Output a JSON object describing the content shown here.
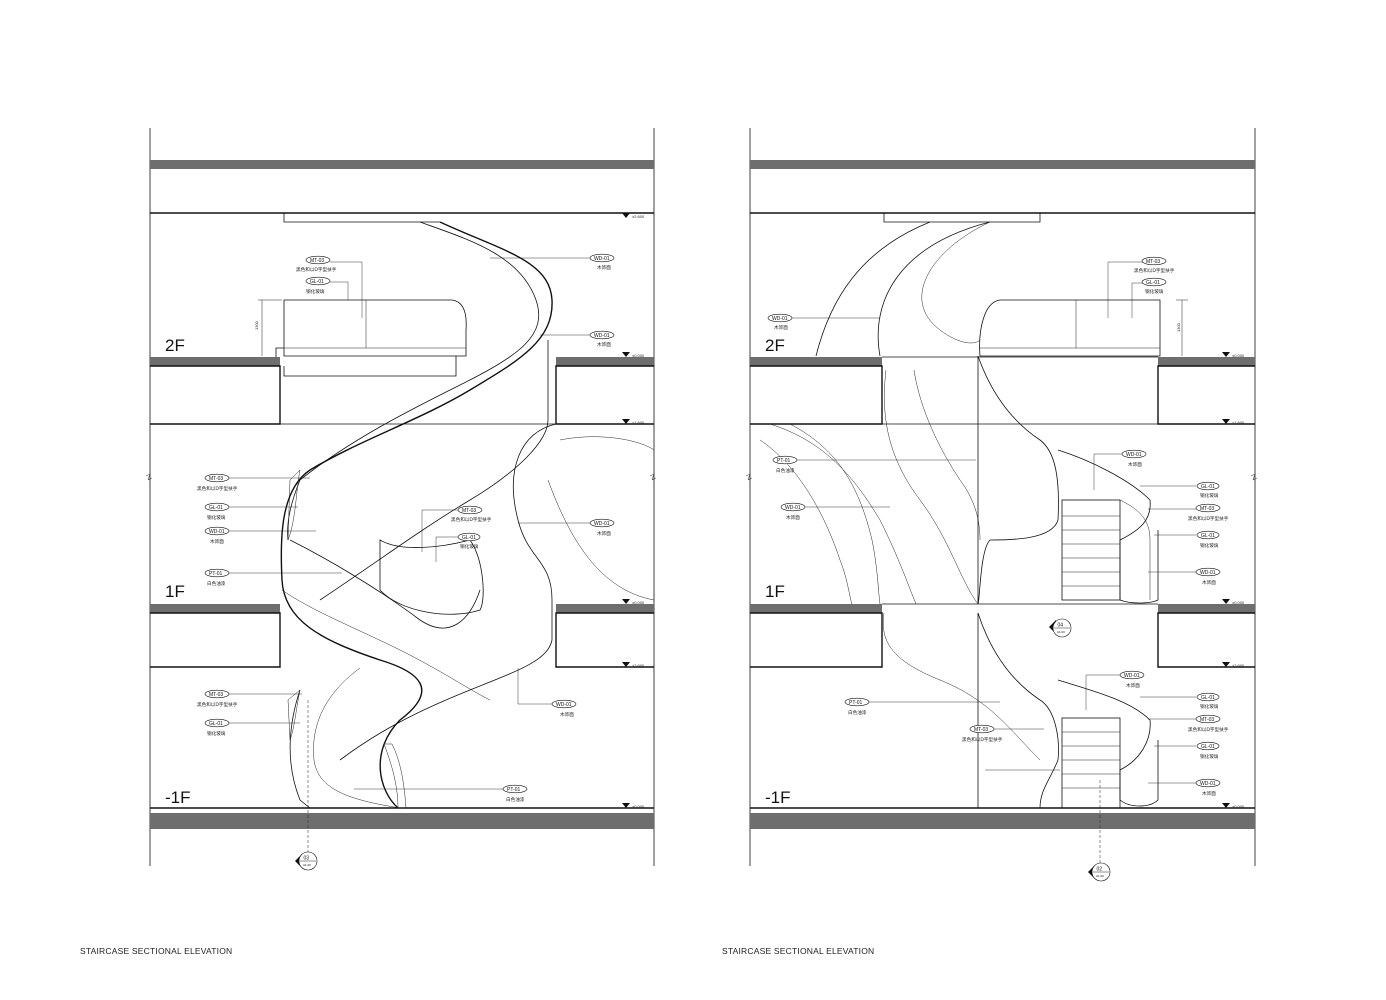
{
  "sheet": {
    "panels": [
      {
        "caption": "STAIRCASE SECTIONAL ELEVATION",
        "floors": [
          "2F",
          "1F",
          "-1F"
        ],
        "levels": [
          "±2.600",
          "±0.000",
          "±1.600",
          "±0.000",
          "±2.600",
          "±0.000"
        ],
        "section_marker": {
          "number": "03",
          "sheet": "A1.00"
        },
        "dimension": "1300",
        "tags": [
          {
            "code": "MT-03",
            "desc": "黑色和以D字型扶手"
          },
          {
            "code": "GL-01",
            "desc": "钢化玻璃"
          },
          {
            "code": "WD-01",
            "desc": "木饰面"
          },
          {
            "code": "WD-01",
            "desc": "木饰面"
          },
          {
            "code": "MT-03",
            "desc": "黑色和以D字型扶手"
          },
          {
            "code": "GL-01",
            "desc": "钢化玻璃"
          },
          {
            "code": "WD-01",
            "desc": "木饰面"
          },
          {
            "code": "PT-01",
            "desc": "白色油漆"
          },
          {
            "code": "MT-03",
            "desc": "黑色和以D字型扶手"
          },
          {
            "code": "GL-01",
            "desc": "钢化玻璃"
          },
          {
            "code": "WD-01",
            "desc": "木饰面"
          },
          {
            "code": "MT-03",
            "desc": "黑色和以D字型扶手"
          },
          {
            "code": "GL-01",
            "desc": "钢化玻璃"
          },
          {
            "code": "WD-01",
            "desc": "木饰面"
          },
          {
            "code": "PT-01",
            "desc": "白色油漆"
          }
        ]
      },
      {
        "caption": "STAIRCASE SECTIONAL ELEVATION",
        "floors": [
          "2F",
          "1F",
          "-1F"
        ],
        "levels": [
          "±0.000",
          "±1.600",
          "±0.000",
          "±2.600",
          "±0.000"
        ],
        "section_marker": {
          "number": "02",
          "sheet": "A1.00"
        },
        "section_marker_mid": {
          "number": "04",
          "sheet": "A1.00"
        },
        "dimension": "1300",
        "tags": [
          {
            "code": "MT-03",
            "desc": "黑色和以D字型扶手"
          },
          {
            "code": "GL-01",
            "desc": "钢化玻璃"
          },
          {
            "code": "WD-01",
            "desc": "木饰面"
          },
          {
            "code": "PT-01",
            "desc": "白色油漆"
          },
          {
            "code": "WD-01",
            "desc": "木饰面"
          },
          {
            "code": "WD-01",
            "desc": "木饰面"
          },
          {
            "code": "GL-01",
            "desc": "钢化玻璃"
          },
          {
            "code": "MT-03",
            "desc": "黑色和以D字型扶手"
          },
          {
            "code": "GL-01",
            "desc": "钢化玻璃"
          },
          {
            "code": "WD-01",
            "desc": "木饰面"
          },
          {
            "code": "PT-01",
            "desc": "白色油漆"
          },
          {
            "code": "WD-01",
            "desc": "木饰面"
          },
          {
            "code": "MT-03",
            "desc": "黑色和以D字型扶手"
          },
          {
            "code": "GL-01",
            "desc": "钢化玻璃"
          },
          {
            "code": "MT-03",
            "desc": "黑色和以D字型扶手"
          },
          {
            "code": "GL-01",
            "desc": "钢化玻璃"
          },
          {
            "code": "WD-01",
            "desc": "木饰面"
          }
        ]
      }
    ],
    "colors": {
      "slab": "#6e6e6e",
      "line": "#111111",
      "paper": "#ffffff"
    }
  }
}
